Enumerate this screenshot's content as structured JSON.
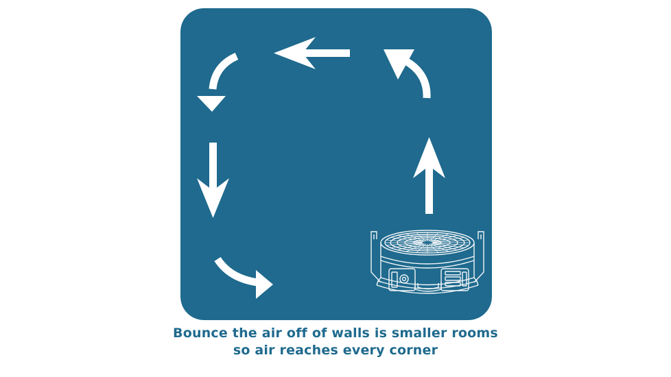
{
  "colors": {
    "panel": "#1f6a8e",
    "arrow": "#ffffff",
    "caption": "#1f6a8e",
    "device_line": "#f2f6f8"
  },
  "diagram": {
    "flow": "counter-clockwise airflow around room perimeter",
    "device": "air-mover-fan-icon",
    "arrows": [
      "arrow-up-icon",
      "curved-arrow-top-right-icon",
      "arrow-left-icon",
      "curved-arrow-top-left-icon",
      "arrow-down-icon",
      "curved-arrow-bottom-left-icon"
    ]
  },
  "caption": {
    "line1": "Bounce the air off of walls is smaller rooms",
    "line2": "so air reaches every corner"
  }
}
